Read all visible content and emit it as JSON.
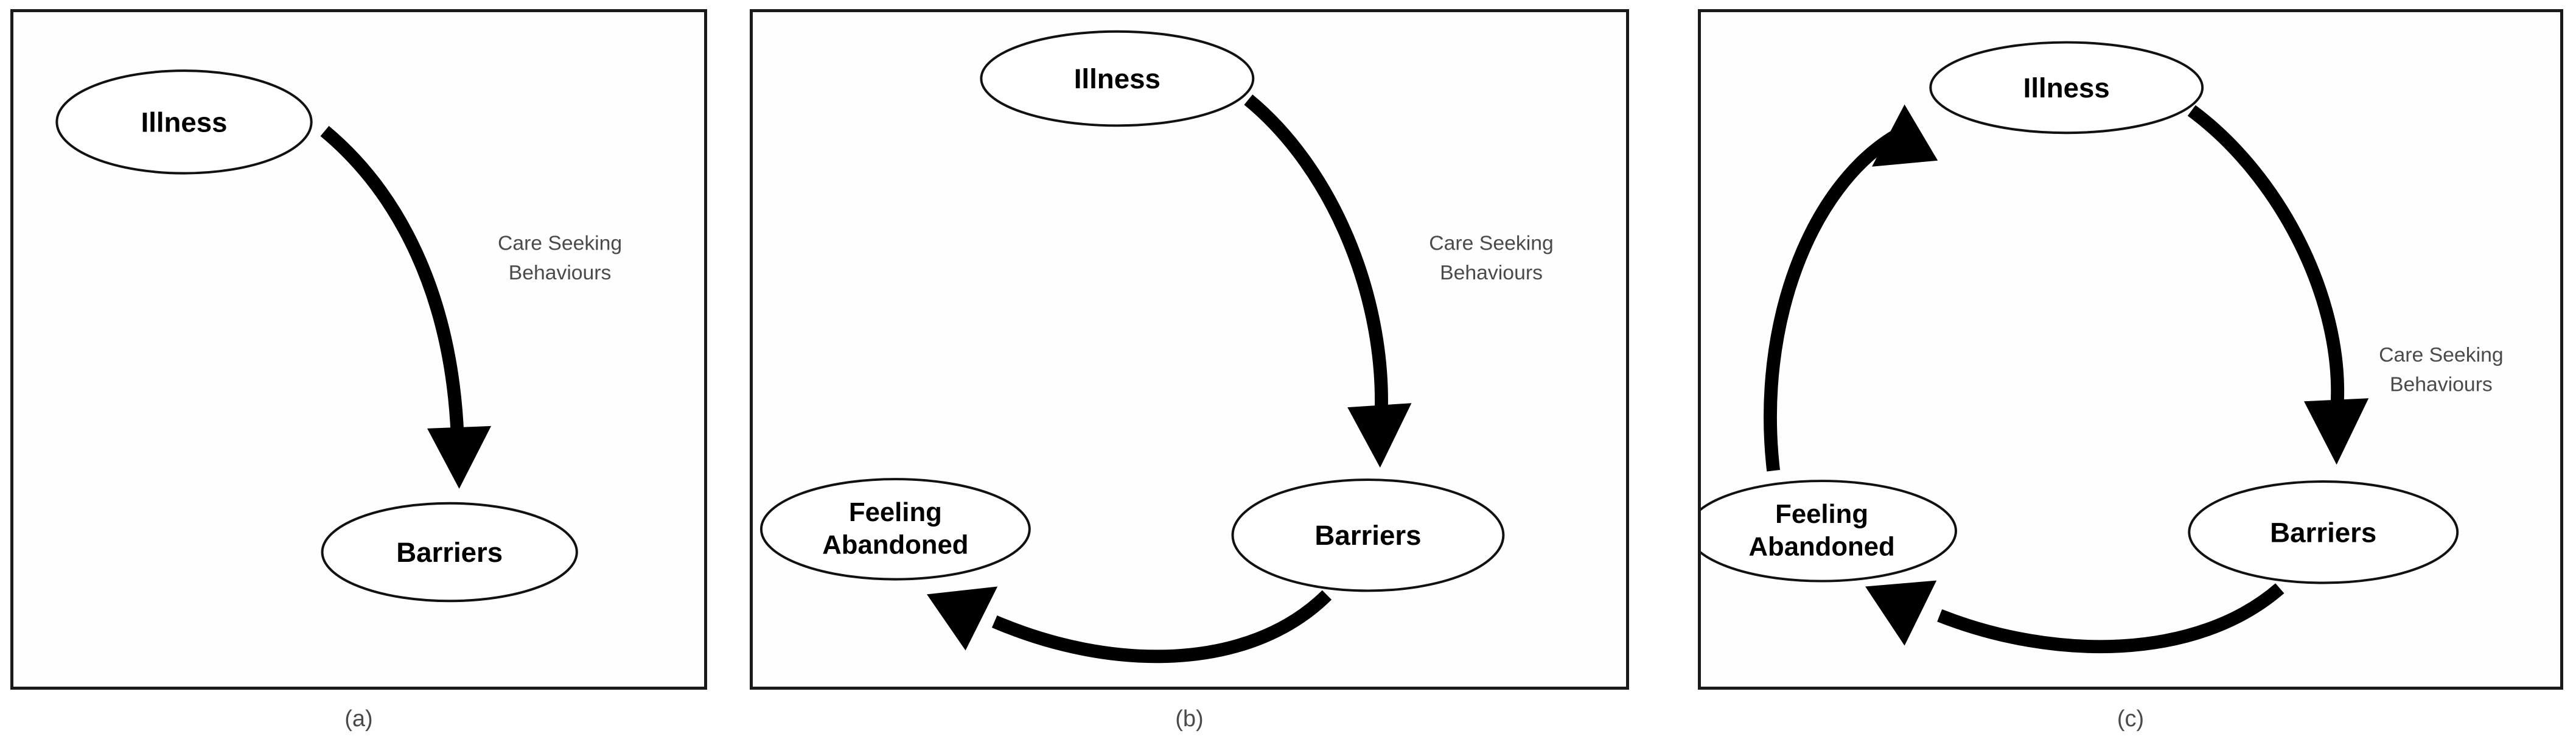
{
  "figure": {
    "title": "Illness, Barriers and Feeling Abandoned cycle",
    "background_color": "#ffffff",
    "node_fill": "#ffffff",
    "node_stroke": "#111111",
    "arrow_color": "#000000",
    "edge_label_color": "#4a4a4a",
    "caption_color": "#4a4a4a",
    "panel_border_color": "#1a1a1a"
  },
  "panels": [
    {
      "id": "a",
      "caption": "(a)",
      "nodes": [
        {
          "id": "illness",
          "label": "Illness",
          "lines": [
            "Illness"
          ]
        },
        {
          "id": "barriers",
          "label": "Barriers",
          "lines": [
            "Barriers"
          ]
        }
      ],
      "edges": [
        {
          "id": "illness-to-barriers",
          "from": "Illness",
          "to": "Barriers",
          "label": "Care Seeking Behaviours",
          "label_lines": [
            "Care Seeking",
            "Behaviours"
          ]
        }
      ]
    },
    {
      "id": "b",
      "caption": "(b)",
      "nodes": [
        {
          "id": "illness",
          "label": "Illness",
          "lines": [
            "Illness"
          ]
        },
        {
          "id": "barriers",
          "label": "Barriers",
          "lines": [
            "Barriers"
          ]
        },
        {
          "id": "feeling-abandoned",
          "label": "Feeling Abandoned",
          "lines": [
            "Feeling",
            "Abandoned"
          ]
        }
      ],
      "edges": [
        {
          "id": "illness-to-barriers",
          "from": "Illness",
          "to": "Barriers",
          "label": "Care Seeking Behaviours",
          "label_lines": [
            "Care Seeking",
            "Behaviours"
          ]
        },
        {
          "id": "barriers-to-feeling-abandoned",
          "from": "Barriers",
          "to": "Feeling Abandoned",
          "label": "",
          "label_lines": []
        }
      ]
    },
    {
      "id": "c",
      "caption": "(c)",
      "nodes": [
        {
          "id": "illness",
          "label": "Illness",
          "lines": [
            "Illness"
          ]
        },
        {
          "id": "barriers",
          "label": "Barriers",
          "lines": [
            "Barriers"
          ]
        },
        {
          "id": "feeling-abandoned",
          "label": "Feeling Abandoned",
          "lines": [
            "Feeling",
            "Abandoned"
          ]
        }
      ],
      "edges": [
        {
          "id": "illness-to-barriers",
          "from": "Illness",
          "to": "Barriers",
          "label": "Care Seeking Behaviours",
          "label_lines": [
            "Care Seeking",
            "Behaviours"
          ]
        },
        {
          "id": "barriers-to-feeling-abandoned",
          "from": "Barriers",
          "to": "Feeling Abandoned",
          "label": "",
          "label_lines": []
        },
        {
          "id": "feeling-abandoned-to-illness",
          "from": "Feeling Abandoned",
          "to": "Illness",
          "label": "",
          "label_lines": []
        }
      ]
    }
  ]
}
